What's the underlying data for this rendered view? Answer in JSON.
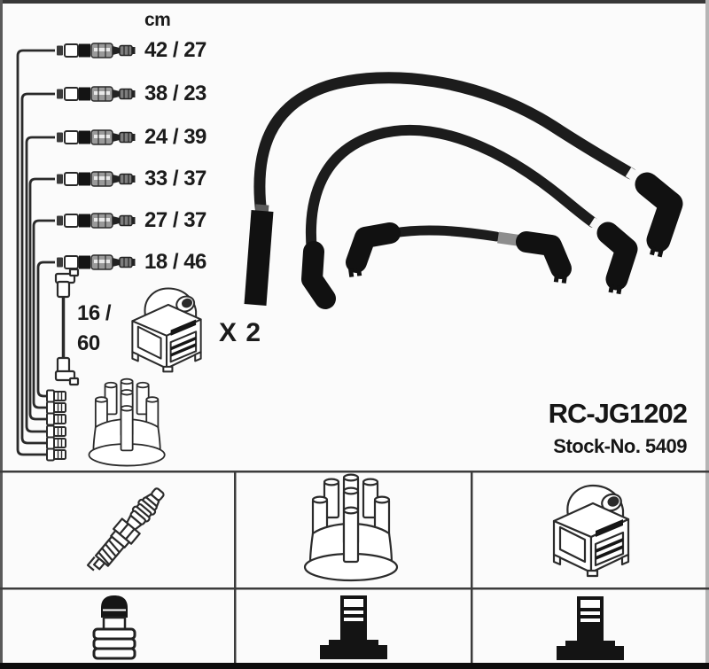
{
  "product": {
    "part_number": "RC-JG1202",
    "stock_label": "Stock-No. 5409"
  },
  "length_table": {
    "unit": "cm",
    "rows": [
      {
        "label": "42 / 27"
      },
      {
        "label": "38 / 23"
      },
      {
        "label": "24 / 39"
      },
      {
        "label": "33 / 37"
      },
      {
        "label": "27 / 37"
      },
      {
        "label": "18 / 46"
      }
    ],
    "coil_lead": {
      "line1": "16 /",
      "line2": "60"
    }
  },
  "coil": {
    "quantity_label": "X 2"
  },
  "legend": {
    "row1_icons": [
      "spark-plug",
      "distributor-cap",
      "ignition-coil"
    ],
    "row2_icons": [
      "plug-boot-connector",
      "distributor-terminal",
      "coil-terminal"
    ]
  },
  "colors": {
    "ink": "#1b1b1b",
    "background": "#fbfbfb",
    "grid_line": "#3c3c3c",
    "cable_black": "#141414"
  }
}
